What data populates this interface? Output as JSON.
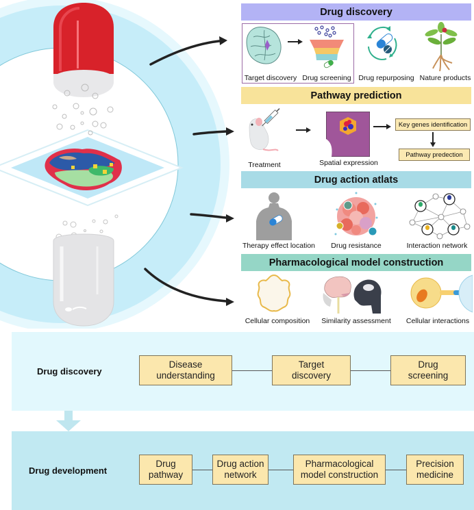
{
  "colors": {
    "ring_light": "#c8eefa",
    "ring_pale": "#e6f8fd",
    "capsule_red": "#d8222a",
    "header_discovery": "#b3b3f5",
    "header_pathway": "#f8e39a",
    "header_atlas": "#a8dbe6",
    "header_pharm": "#95d6c6",
    "box_fill": "#fbe7ad",
    "panel_discovery_bg": "#e2f8fd",
    "panel_development_bg": "#c1e9f2",
    "down_arrow": "#bfe6ef"
  },
  "sections": [
    {
      "title": "Drug discovery",
      "items": [
        "Target discovery",
        "Drug screening",
        "Drug repurposing",
        "Nature products"
      ]
    },
    {
      "title": "Pathway prediction",
      "items": [
        "Treatment",
        "Spatial expression"
      ],
      "boxes": [
        "Key genes identification",
        "Pathway predection"
      ]
    },
    {
      "title": "Drug action atlats",
      "items": [
        "Therapy effect location",
        "Drug resistance",
        "Interaction network"
      ]
    },
    {
      "title": "Pharmacological model construction",
      "items": [
        "Cellular composition",
        "Similarity assessment",
        "Cellular interactions"
      ]
    }
  ],
  "flows": [
    {
      "title": "Drug discovery",
      "steps": [
        "Disease\nunderstanding",
        "Target\ndiscovery",
        "Drug\nscreening"
      ]
    },
    {
      "title": "Drug development",
      "steps": [
        "Drug\npathway",
        "Drug action\nnetwork",
        "Pharmacological\nmodel construction",
        "Precision\nmedicine"
      ]
    }
  ]
}
